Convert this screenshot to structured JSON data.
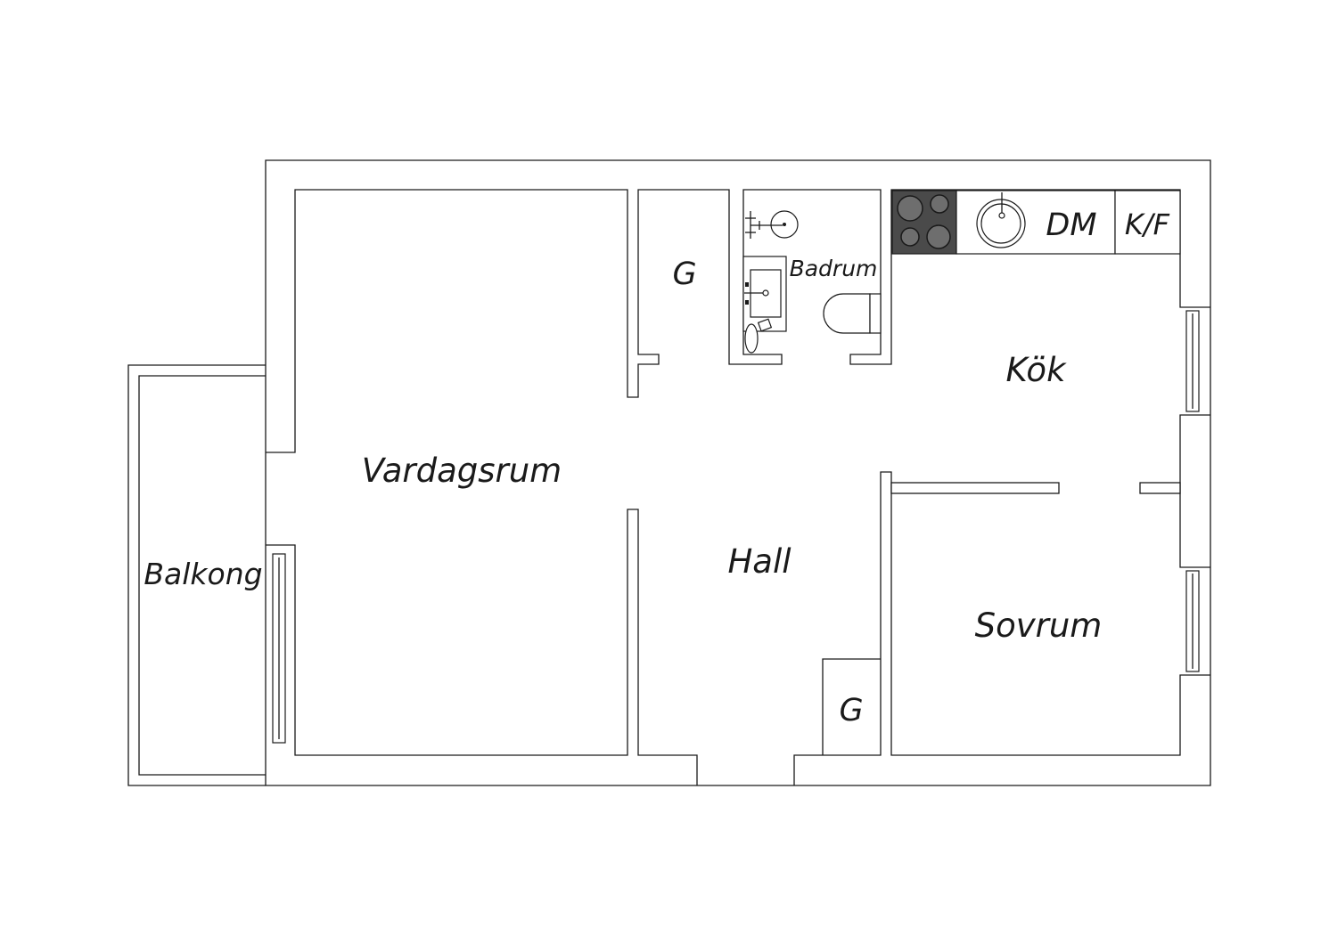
{
  "rooms": {
    "vardagsrum": "Vardagsrum",
    "hall": "Hall",
    "kok": "Kök",
    "sovrum": "Sovrum",
    "badrum": "Badrum",
    "balkong": "Balkong",
    "garderob_top": "G",
    "garderob_bottom": "G"
  },
  "fixtures": {
    "dishwasher": "DM",
    "fridge_freezer": "K/F"
  },
  "colors": {
    "line": "#1a1a1a",
    "background": "#ffffff",
    "stove": "#4a4a4a",
    "burner": "#6e6e6e"
  }
}
